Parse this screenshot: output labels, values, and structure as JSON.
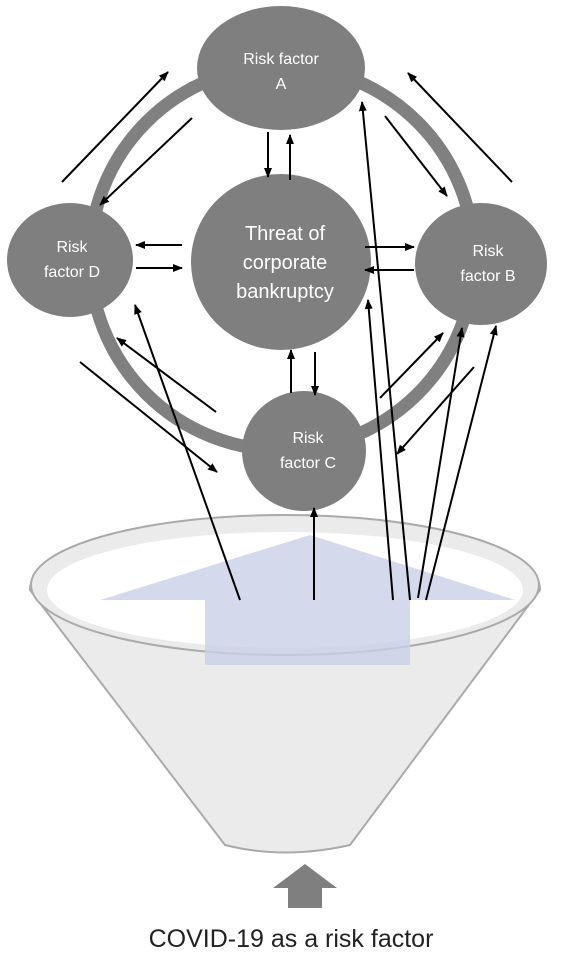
{
  "nodes": {
    "a": {
      "line1": "Risk factor",
      "line2": "A"
    },
    "b": {
      "line1": "Risk",
      "line2": "factor B"
    },
    "c": {
      "line1": "Risk",
      "line2": "factor C"
    },
    "d": {
      "line1": "Risk",
      "line2": "factor D"
    },
    "center": {
      "line1": "Threat of",
      "line2": "corporate",
      "line3": "bankruptcy"
    }
  },
  "caption": "COVID-19 as a risk factor",
  "colors": {
    "node_fill": "#7f7f7f",
    "ring": "#808080",
    "funnel_fill": "#ebebeb",
    "funnel_outline": "#aaaaaa",
    "funnel_inner": "#ffffff",
    "big_arrow": "#c9cfe6",
    "input_arrow": "#7f7f7f"
  }
}
